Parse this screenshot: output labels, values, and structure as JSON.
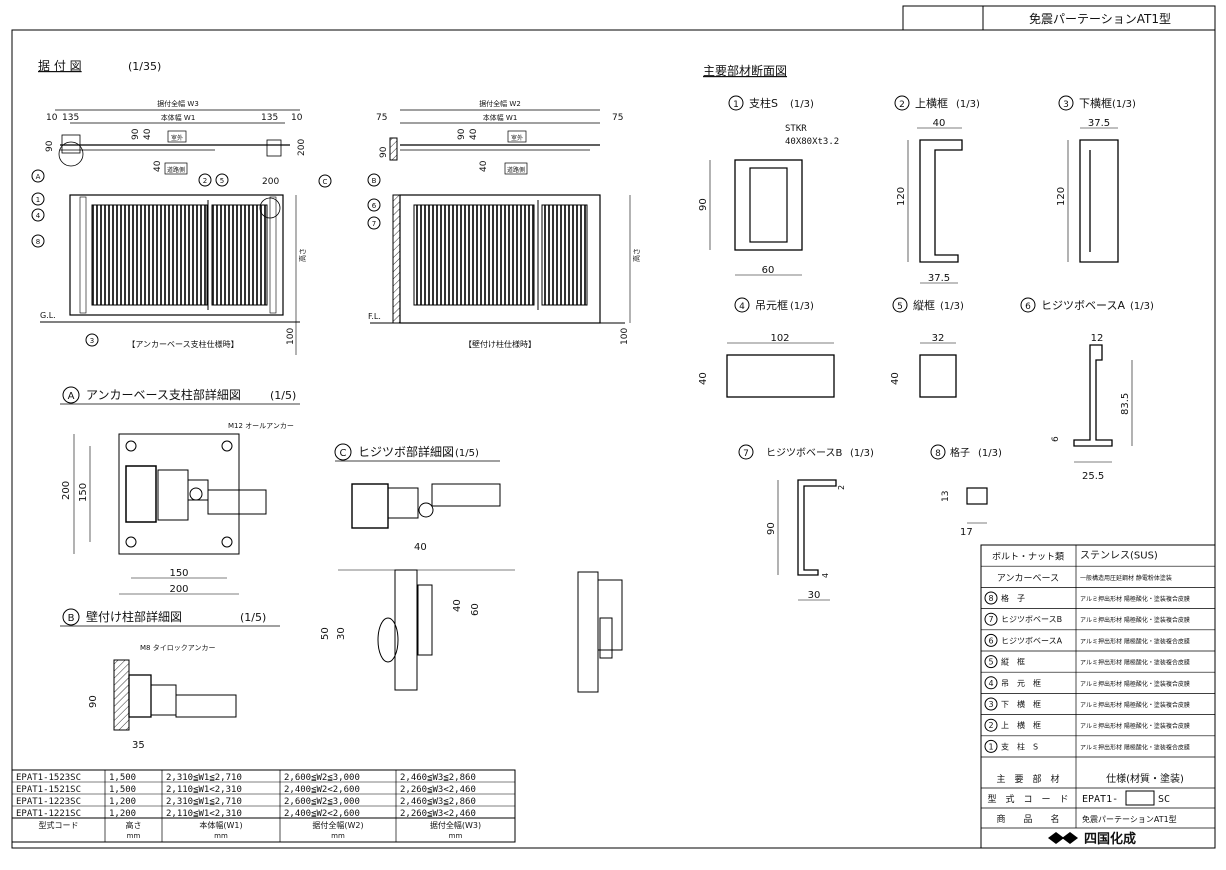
{
  "header": {
    "product_title": "免震パーテーションAT1型"
  },
  "installation": {
    "title": "据 付 図",
    "scale": "(1/35)",
    "w3_label": "据付全幅 W3",
    "w2_label": "据付全幅 W2",
    "w1_label": "本体幅 W1",
    "dim_10": "10",
    "dim_135": "135",
    "dim_75": "75",
    "dim_90": "90",
    "dim_40": "40",
    "dim_200": "200",
    "dim_100": "100",
    "outdoor": "室外",
    "road": "道路側",
    "height": "高さ",
    "gl": "G.L.",
    "fl": "F.L.",
    "caption_left": "【アンカーベース支柱仕様時】",
    "caption_right": "【壁付け柱仕様時】",
    "callouts": [
      "1",
      "2",
      "3",
      "4",
      "5",
      "6",
      "7",
      "8",
      "A",
      "B",
      "C"
    ]
  },
  "detail_a": {
    "badge": "A",
    "title": "アンカーベース支柱部詳細図",
    "scale": "(1/5)",
    "anchor": "M12 オールアンカー",
    "d200v": "200",
    "d150v": "150",
    "d150h": "150",
    "d200h": "200"
  },
  "detail_b": {
    "badge": "B",
    "title": "壁付け柱部詳細図",
    "scale": "(1/5)",
    "anchor": "M8 タイロックアンカー",
    "d90": "90",
    "d35": "35"
  },
  "detail_c": {
    "badge": "C",
    "title": "ヒジツボ部詳細図",
    "scale": "(1/5)",
    "d40": "40",
    "d40b": "40",
    "d60": "60",
    "d50": "50",
    "d30": "30"
  },
  "sections": {
    "title": "主要部材断面図",
    "items": [
      {
        "no": "1",
        "name": "支柱S",
        "scale": "(1/3)"
      },
      {
        "no": "2",
        "name": "上横框",
        "scale": "(1/3)"
      },
      {
        "no": "3",
        "name": "下横框",
        "scale": "(1/3)"
      },
      {
        "no": "4",
        "name": "吊元框",
        "scale": "(1/3)"
      },
      {
        "no": "5",
        "name": "縦框",
        "scale": "(1/3)"
      },
      {
        "no": "6",
        "name": "ヒジツボベースA",
        "scale": "(1/3)"
      },
      {
        "no": "7",
        "name": "ヒジツボベースB",
        "scale": "(1/3)"
      },
      {
        "no": "8",
        "name": "格子",
        "scale": "(1/3)"
      }
    ],
    "stkr": "STKR",
    "stkr_size": "40X80Xt3.2",
    "s1_h": "90",
    "s1_w": "60",
    "s2_top": "40",
    "s2_h": "120",
    "s2_bot": "37.5",
    "s3_top": "37.5",
    "s3_h": "120",
    "s4_w": "102",
    "s4_h": "40",
    "s5_w": "32",
    "s5_h": "40",
    "s6_top": "12",
    "s6_h": "83.5",
    "s6_left": "6",
    "s6_bot": "25.5",
    "s7_top": "2",
    "s7_h": "90",
    "s7_b": "4",
    "s7_w": "30",
    "s8_h": "13",
    "s8_w": "17"
  },
  "spec_table": {
    "rows": [
      {
        "part": "ボルト・ナット類",
        "spec": "ステンレス(SUS)"
      },
      {
        "part": "アンカーベース",
        "spec": "一般構造用圧延鋼材 静電粉体塗装"
      },
      {
        "no": "8",
        "part": "格　子",
        "spec": "アルミ押出形材 陽極酸化・塗装複合皮膜"
      },
      {
        "no": "7",
        "part": "ヒジツボベースB",
        "spec": "アルミ押出形材 陽極酸化・塗装複合皮膜"
      },
      {
        "no": "6",
        "part": "ヒジツボベースA",
        "spec": "アルミ押出形材 陽極酸化・塗装複合皮膜"
      },
      {
        "no": "5",
        "part": "縦　框",
        "spec": "アルミ押出形材 陽極酸化・塗装複合皮膜"
      },
      {
        "no": "4",
        "part": "吊　元　框",
        "spec": "アルミ押出形材 陽極酸化・塗装複合皮膜"
      },
      {
        "no": "3",
        "part": "下　横　框",
        "spec": "アルミ押出形材 陽極酸化・塗装複合皮膜"
      },
      {
        "no": "2",
        "part": "上　横　框",
        "spec": "アルミ押出形材 陽極酸化・塗装複合皮膜"
      },
      {
        "no": "1",
        "part": "支　柱　S",
        "spec": "アルミ押出形材 陽極酸化・塗装複合皮膜"
      }
    ],
    "main_part": "主　要　部　材",
    "spec_header": "仕様(材質・塗装)",
    "model_code_label": "型　式　コ　ー　ド",
    "model_prefix": "EPAT1-",
    "model_suffix": "SC",
    "product_label": "商　　品　　名",
    "product_name": "免震パーテーションAT1型",
    "company": "四国化成"
  },
  "model_table": {
    "rows": [
      [
        "EPAT1-1523SC",
        "1,500",
        "2,310≦W1≦2,710",
        "2,600≦W2≦3,000",
        "2,460≦W3≦2,860"
      ],
      [
        "EPAT1-1521SC",
        "1,500",
        "2,110≦W1<2,310",
        "2,400≦W2<2,600",
        "2,260≦W3<2,460"
      ],
      [
        "EPAT1-1223SC",
        "1,200",
        "2,310≦W1≦2,710",
        "2,600≦W2≦3,000",
        "2,460≦W3≦2,860"
      ],
      [
        "EPAT1-1221SC",
        "1,200",
        "2,110≦W1<2,310",
        "2,400≦W2<2,600",
        "2,260≦W3<2,460"
      ]
    ],
    "headers": [
      "型式コード",
      "高さ",
      "本体幅(W1)",
      "据付全幅(W2)",
      "据付全幅(W3)"
    ],
    "unit": "mm"
  }
}
